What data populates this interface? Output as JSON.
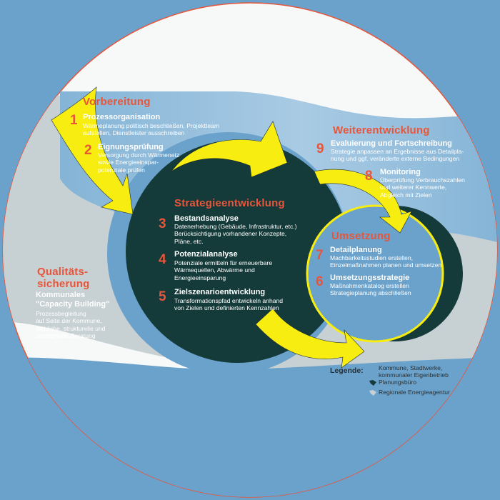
{
  "colors": {
    "background": "#6aa2cc",
    "outer_circle": "#f7f8f8",
    "outer_circle_border": "#e8553a",
    "gray_band": "#c7d0d3",
    "blue_band": "#6aa2cc",
    "dark_green": "#153a3a",
    "arrow_yellow": "#f7ed10",
    "accent_red": "#e8553a"
  },
  "sections": {
    "vorbereitung": "Vorbereitung",
    "weiterentwicklung": "Weiterentwicklung",
    "strategieentwicklung": "Strategieentwicklung",
    "umsetzung": "Umsetzung",
    "qualitaet_line1": "Qualitäts-",
    "qualitaet_line2": "sicherung"
  },
  "steps": [
    {
      "num": "1",
      "title": "Prozessorganisation",
      "line1": "Wärmeplanung politisch beschließen, Projektteam",
      "line2": "aufstellen, Dienstleister ausschreiben"
    },
    {
      "num": "2",
      "title": "Eignungsprüfung",
      "line1": "Versorgung durch Wärmenetz",
      "line2": "sowie Energieeinspar-",
      "line3": "potenziale prüfen"
    },
    {
      "num": "3",
      "title": "Bestandsanalyse",
      "line1": "Datenerhebung (Gebäude, Infrastruktur, etc.)",
      "line2": "Berücksichtigung vorhandener Konzepte,",
      "line3": "Pläne, etc."
    },
    {
      "num": "4",
      "title": "Potenzialanalyse",
      "line1": "Potenziale ermitteln für erneuerbare",
      "line2": "Wärmequellen, Abwärme und",
      "line3": "Energieeinsparung"
    },
    {
      "num": "5",
      "title": "Zielszenarioentwicklung",
      "line1": "Transformationspfad entwickeln anhand",
      "line2": "von Zielen und definierten Kennzahlen"
    },
    {
      "num": "6",
      "title": "Umsetzungsstrategie",
      "line1": "Maßnahmenkatalog erstellen",
      "line2": "Strategieplanung abschließen"
    },
    {
      "num": "7",
      "title": "Detailplanung",
      "line1": "Machbarkeitsstudien erstellen,",
      "line2": "Einzelmaßnahmen planen und umsetzen"
    },
    {
      "num": "8",
      "title": "Monitoring",
      "line1": "Überprüfung Verbrauchszahlen",
      "line2": "und weiterer Kennwerte,",
      "line3": "Abgleich mit Zielen"
    },
    {
      "num": "9",
      "title": "Evaluierung und Fortschreibung",
      "line1": "Strategie anpassen an Ergebnisse aus Detailpla-",
      "line2": "nung und ggf. veränderte externe Bedingungen"
    }
  ],
  "capacity": {
    "title1": "Kommunales",
    "title2": "\"Capacity Building\"",
    "line1": "Prozessbegleitung",
    "line2": "auf Seite der Kommune,",
    "line3": "fachliche, strukturelle und",
    "line4": "strategische Beratung"
  },
  "legend": {
    "title": "Legende:",
    "items": [
      {
        "line1": "Kommune, Stadtwerke,",
        "line2": "kommunaler Eigenbetrieb",
        "color": "#6aa2cc",
        "icon": "pin-icon"
      },
      {
        "line1": "Planungsbüro",
        "color": "#153a3a",
        "icon": "pin-icon"
      },
      {
        "line1": "Regionale Energieagentur",
        "color": "#c7d0d3",
        "icon": "pin-icon"
      }
    ]
  }
}
